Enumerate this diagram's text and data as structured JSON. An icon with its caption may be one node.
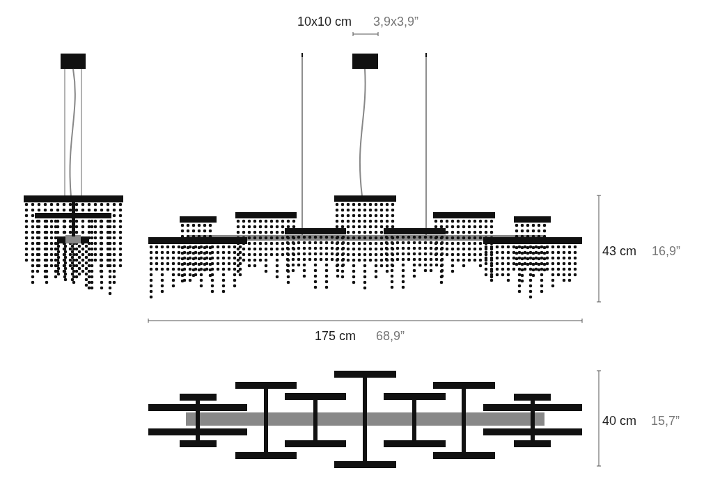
{
  "diagram": {
    "labels": [
      "10x10 cm",
      "3,9x3,9”",
      "43 cm",
      "16,9”",
      "175 cm",
      "68,9”",
      "40 cm",
      "15,7”"
    ]
  }
}
